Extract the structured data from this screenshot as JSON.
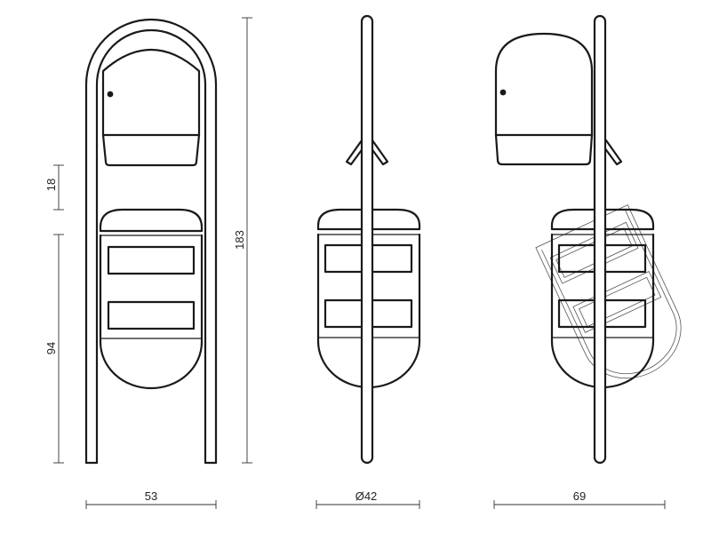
{
  "dimensions": {
    "lid_height": "18",
    "total_height": "183",
    "bin_height": "94",
    "front_width": "53",
    "side_diameter": "Ø42",
    "side_width": "69"
  }
}
